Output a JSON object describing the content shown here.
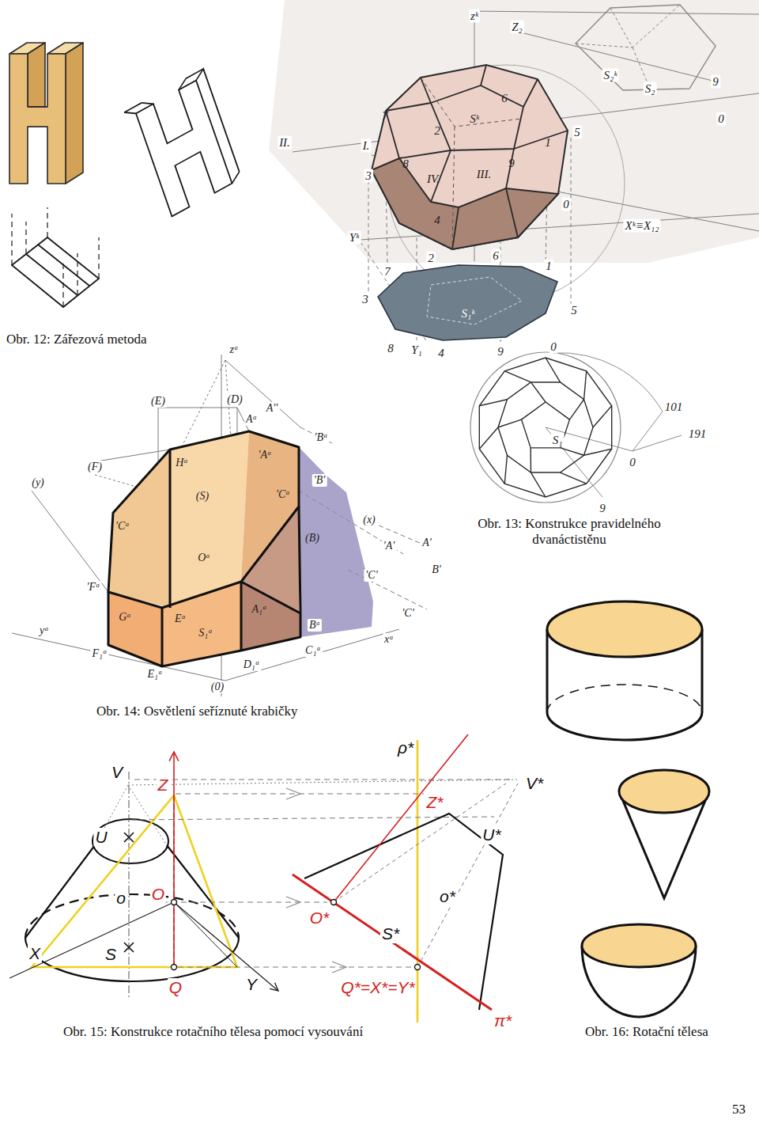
{
  "diagram": {
    "labels": [
      "Obr. 12: Zářezová metoda",
      "Obr. 13: Konstrukce pravidelného dvanáctistěnu",
      "Obr. 14: Osvětlení seříznuté krabičky",
      "Obr. 15: Konstrukce rotačního tělesa pomocí vysouvání",
      "Obr. 16: Rotační tělesa",
      "53",
      "zᵏ",
      "Z₂",
      "S₂ᵏ",
      "S₂",
      "9",
      "0",
      "II.",
      "I.",
      "3",
      "7",
      "8",
      "2",
      "6",
      "Sᵏ",
      "1",
      "5",
      "IV.",
      "III.",
      "9",
      "4",
      "0",
      "Xᵏ≡X₁₂",
      "Yᵏ",
      "7",
      "2",
      "6",
      "1",
      "3",
      "5",
      "S₁ᵏ",
      "8",
      "Y₁",
      "4",
      "9",
      "0",
      "S₁",
      "101",
      "191",
      "0",
      "9",
      "zᵃ",
      "(E)",
      "(D)",
      "Aᵃ",
      "A''",
      "'Bᵃ",
      "(F)",
      "(y)",
      "Hᵃ",
      "'Aᵃ",
      "'B'",
      "(S)",
      "'Cᵃ",
      "'Cᵃ",
      "(B)",
      "(x)",
      "Oᵃ",
      "'A'",
      "A'",
      "'C'",
      "B'",
      "'Fᵃ",
      "Gᵃ",
      "Eᵃ",
      "S₁ᵃ",
      "A₁ᵃ",
      "Bᵃ",
      "'C'",
      "yᵃ",
      "F₁ᵃ",
      "E₁ᵃ",
      "D₁ᵃ",
      "C₁ᵃ",
      "xᵃ",
      "(0)",
      "ρ*",
      "V",
      "Z",
      "Z*",
      "V*",
      "U",
      "U*",
      "o",
      "O",
      "o*",
      "O*",
      "X",
      "S",
      "S*",
      "Q",
      "Y",
      "Q*=X*=Y*",
      "π*"
    ]
  }
}
